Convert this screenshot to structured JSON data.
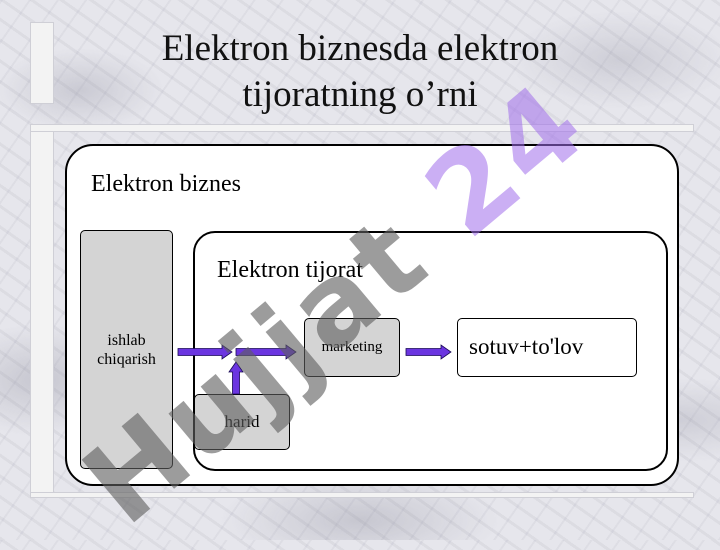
{
  "slide": {
    "title_line1": "Elektron biznesda elektron",
    "title_line2": "tijoratning o’rni"
  },
  "diagram": {
    "outer_label": "Elektron biznes",
    "inner_label": "Elektron tijorat",
    "nodes": {
      "production": "ishlab chiqarish",
      "purchase": "harid",
      "marketing": "marketing",
      "sales": "sotuv+to'lov"
    },
    "arrow_color": "#6b35e0"
  },
  "watermark": {
    "part1": "Hujjat ",
    "part2": "24"
  }
}
